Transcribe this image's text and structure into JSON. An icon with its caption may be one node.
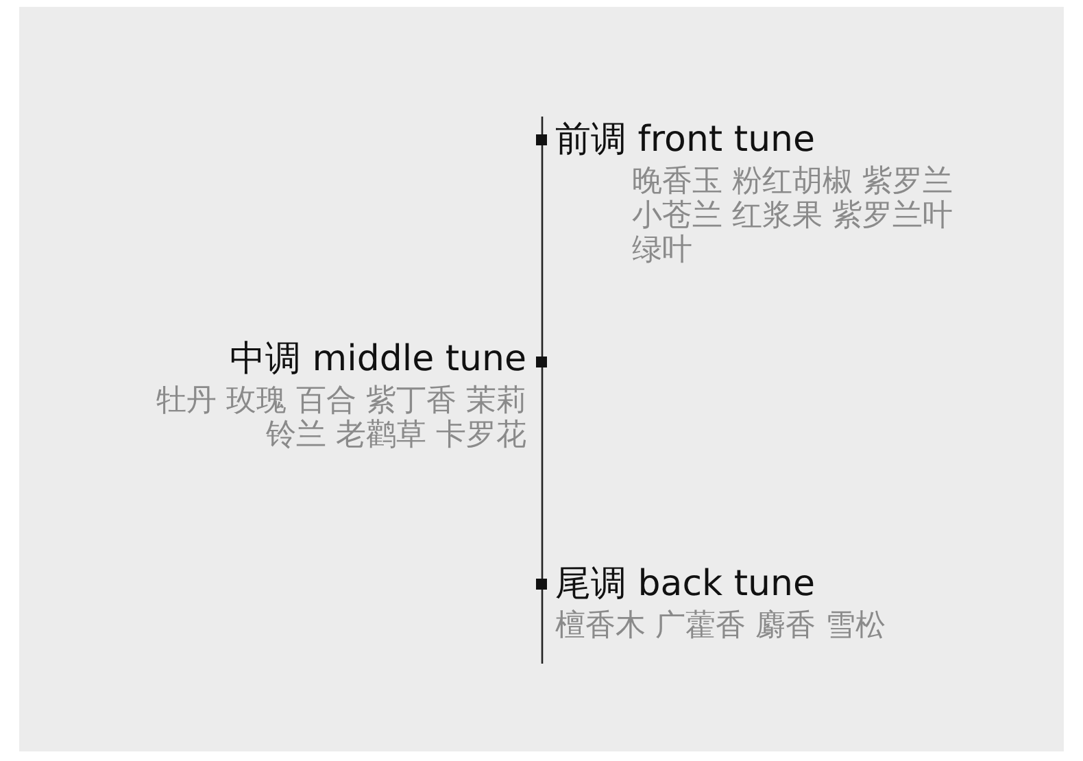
{
  "diagram": {
    "nodes": [
      {
        "text": [
          "前调 front tune",
          "晚香玉 粉红胡椒 紫罗兰小苍兰 红浆果 紫罗兰叶绿叶"
        ]
      },
      {
        "text": [
          "中调 middle tune",
          "牡丹 玫瑰 百合 紫丁香 茉莉铃兰 老鹳草 卡罗花"
        ]
      },
      {
        "text": [
          "尾调 back tune",
          "檀香木 广藿香 麝香 雪松"
        ]
      }
    ]
  }
}
